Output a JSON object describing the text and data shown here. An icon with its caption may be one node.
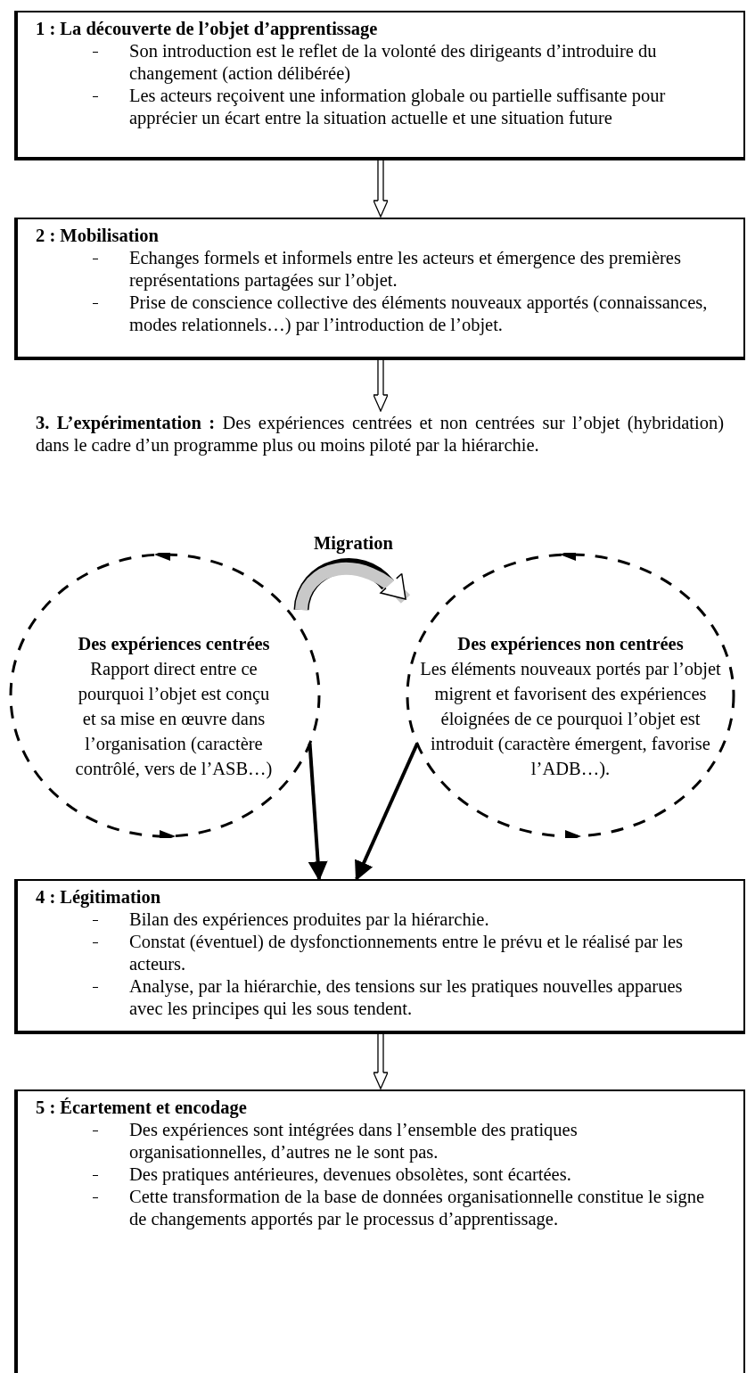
{
  "diagram": {
    "nodes": [
      {
        "text": [
          "1 : La découverte de l’objet d’apprentissage",
          "Son introduction est le reflet de la volonté des dirigeants d’introduire du changement (action délibérée)",
          "Les acteurs reçoivent une information globale ou partielle suffisante pour apprécier un écart entre la situation actuelle et une situation future"
        ]
      },
      {
        "text": [
          "2 : Mobilisation",
          "Echanges formels et informels entre les acteurs et émergence des premières représentations partagées sur l’objet.",
          "Prise de conscience collective des éléments nouveaux apportés (connaissances, modes relationnels…) par l’introduction de l’objet."
        ]
      },
      {
        "text": [
          "**3. L’expérimentation :** Des expériences centrées et non centrées sur l’objet (hybridation) dans le cadre d’un programme plus ou moins piloté par la hiérarchie."
        ]
      },
      {
        "text": [
          "Des expériences centrées",
          "Rapport direct entre ce pourquoi l’objet est conçu et sa mise en œuvre dans l’organisation (caractère contrôlé, vers de l’ASB…)"
        ]
      },
      {
        "text": [
          "Des expériences non centrées",
          "Les éléments nouveaux portés par l’objet migrent et favorisent des expériences éloignées de ce pourquoi l’objet est introduit (caractère émergent, favorise l’ADB…)."
        ]
      },
      {
        "text": [
          "4 : Légitimation",
          "Bilan des expériences produites par la hiérarchie.",
          "Constat (éventuel) de dysfonctionnements entre le prévu et le réalisé par les acteurs.",
          "Analyse, par la hiérarchie, des tensions sur les pratiques nouvelles apparues avec les principes qui les sous tendent."
        ]
      },
      {
        "text": [
          "5 : Écartement et encodage",
          "Des expériences sont intégrées dans l’ensemble des pratiques organisationnelles, d’autres ne le sont pas.",
          "Des pratiques antérieures, devenues obsolètes, sont écartées.",
          "Cette transformation de la base de données organisationnelle constitue le signe de changements apportés par le processus d’apprentissage."
        ]
      }
    ],
    "edges": [
      {
        "from": 0,
        "to": 1,
        "arrow": "to"
      },
      {
        "from": 1,
        "to": 2,
        "arrow": "to"
      },
      {
        "from": 3,
        "to": 4,
        "arrow": "to",
        "label": "Migration",
        "style": "thick",
        "color": "#c8c8c8"
      },
      {
        "from": 3,
        "to": 5,
        "arrow": "to",
        "style": "thick"
      },
      {
        "from": 4,
        "to": 5,
        "arrow": "to",
        "style": "thick"
      },
      {
        "from": 5,
        "to": 6,
        "arrow": "to"
      }
    ]
  }
}
